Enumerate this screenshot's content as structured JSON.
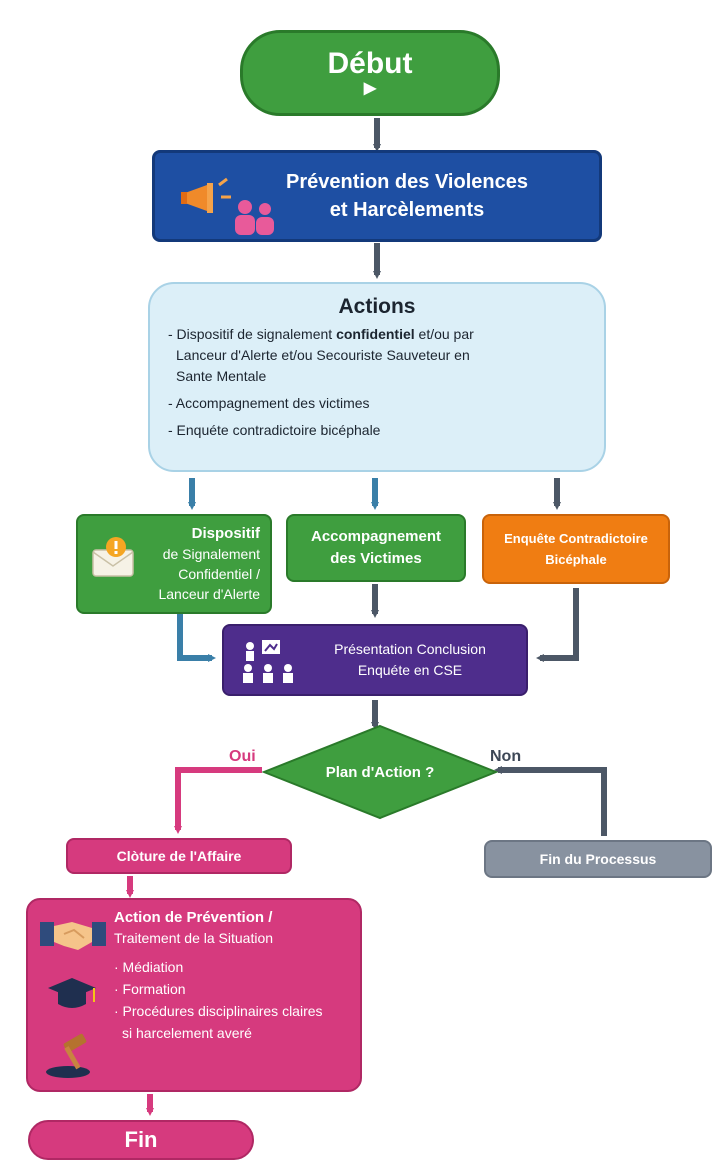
{
  "start": {
    "title": "Début",
    "play": "▶"
  },
  "prevention": {
    "line1": "Prévention des Violences",
    "line2": "et Harcèlements"
  },
  "actions": {
    "title": "Actions",
    "item1_pre": "- Dispositif de signalement ",
    "item1_bold": "confidentiel",
    "item1_post": " et/ou par",
    "item1_l2": "Lanceur d'Alerte et/ou Secouriste Sauveteur en",
    "item1_l3": "Sante Mentale",
    "item2": "- Accompagnement des victimes",
    "item3": "- Enquéte contradictoire bicéphale"
  },
  "dispositif": {
    "l1": "Dispositif",
    "l2": "de Signalement",
    "l3": "Confidentiel /",
    "l4": "Lanceur d'Alerte"
  },
  "accompagnement": {
    "l1": "Accompagnement",
    "l2": "des Victimes"
  },
  "enquete": {
    "l1": "Enquête Contradictoire",
    "l2": "Bicéphale"
  },
  "presentation": {
    "l1": "Présentation Conclusion",
    "l2": "Enquéte en CSE"
  },
  "decision": {
    "text": "Plan d'Action ?",
    "yes": "Oui",
    "no": "Non"
  },
  "cloture": "Clòture de l'Affaire",
  "fin_processus": "Fin du Processus",
  "action_prevention": {
    "title1": "Action de Prévention /",
    "title2": "Traitement de la Situation",
    "b1": "· Médiation",
    "b2": "· Formation",
    "b3": "· Procédures disciplinaires claires",
    "b3b": "si harcelement averé"
  },
  "end": "Fin",
  "colors": {
    "green": "#3f9e3f",
    "blue": "#1e4fa3",
    "light_blue": "#dceff8",
    "orange": "#f07d12",
    "purple": "#4e2d8c",
    "pink": "#d63a7e",
    "gray": "#8892a0",
    "arrow_gray": "#4c5766",
    "arrow_blue": "#3a7fa8"
  }
}
